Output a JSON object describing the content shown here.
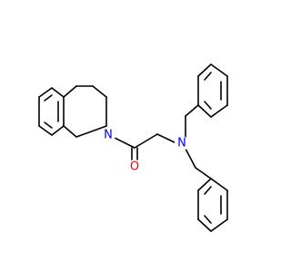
{
  "molecule": {
    "colors": {
      "bond": "#000000",
      "nitrogen": "#0000ff",
      "oxygen": "#ff0000",
      "background": "#ffffff"
    },
    "atoms": {
      "amide_n_label": "N",
      "amine_n_label": "N",
      "carbonyl_o_label": "O"
    }
  }
}
